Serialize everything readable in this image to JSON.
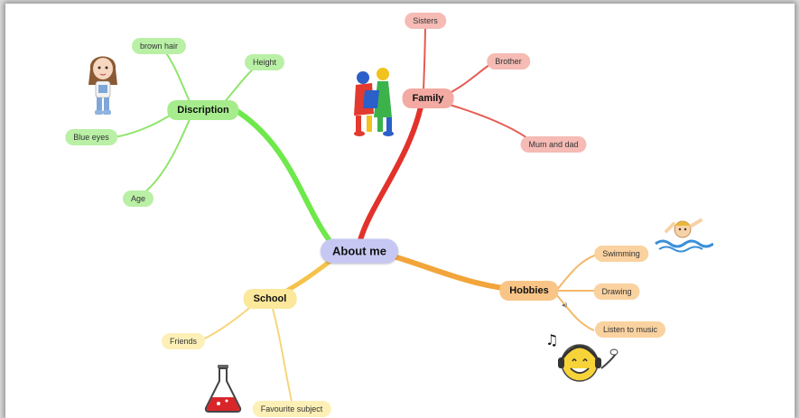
{
  "center": {
    "label": "About me"
  },
  "branches": {
    "discription": {
      "label": "Discription",
      "color": "#6ee84a",
      "children": [
        "brown hair",
        "Height",
        "Blue eyes",
        "Age"
      ]
    },
    "family": {
      "label": "Family",
      "color": "#e2322b",
      "children": [
        "Sisters",
        "Brother",
        "Mum and dad"
      ]
    },
    "hobbies": {
      "label": "Hobbies",
      "color": "#f2a53a",
      "children": [
        "Swimming",
        "Drawing",
        "Listen to music"
      ]
    },
    "school": {
      "label": "School",
      "color": "#f6c24a",
      "children": [
        "Friends",
        "Favourite subject"
      ]
    }
  },
  "pictures": [
    "girl-clipart",
    "dancing-figures-clipart",
    "swimmer-clipart",
    "smiley-headphones-clipart",
    "lab-flask-clipart"
  ]
}
